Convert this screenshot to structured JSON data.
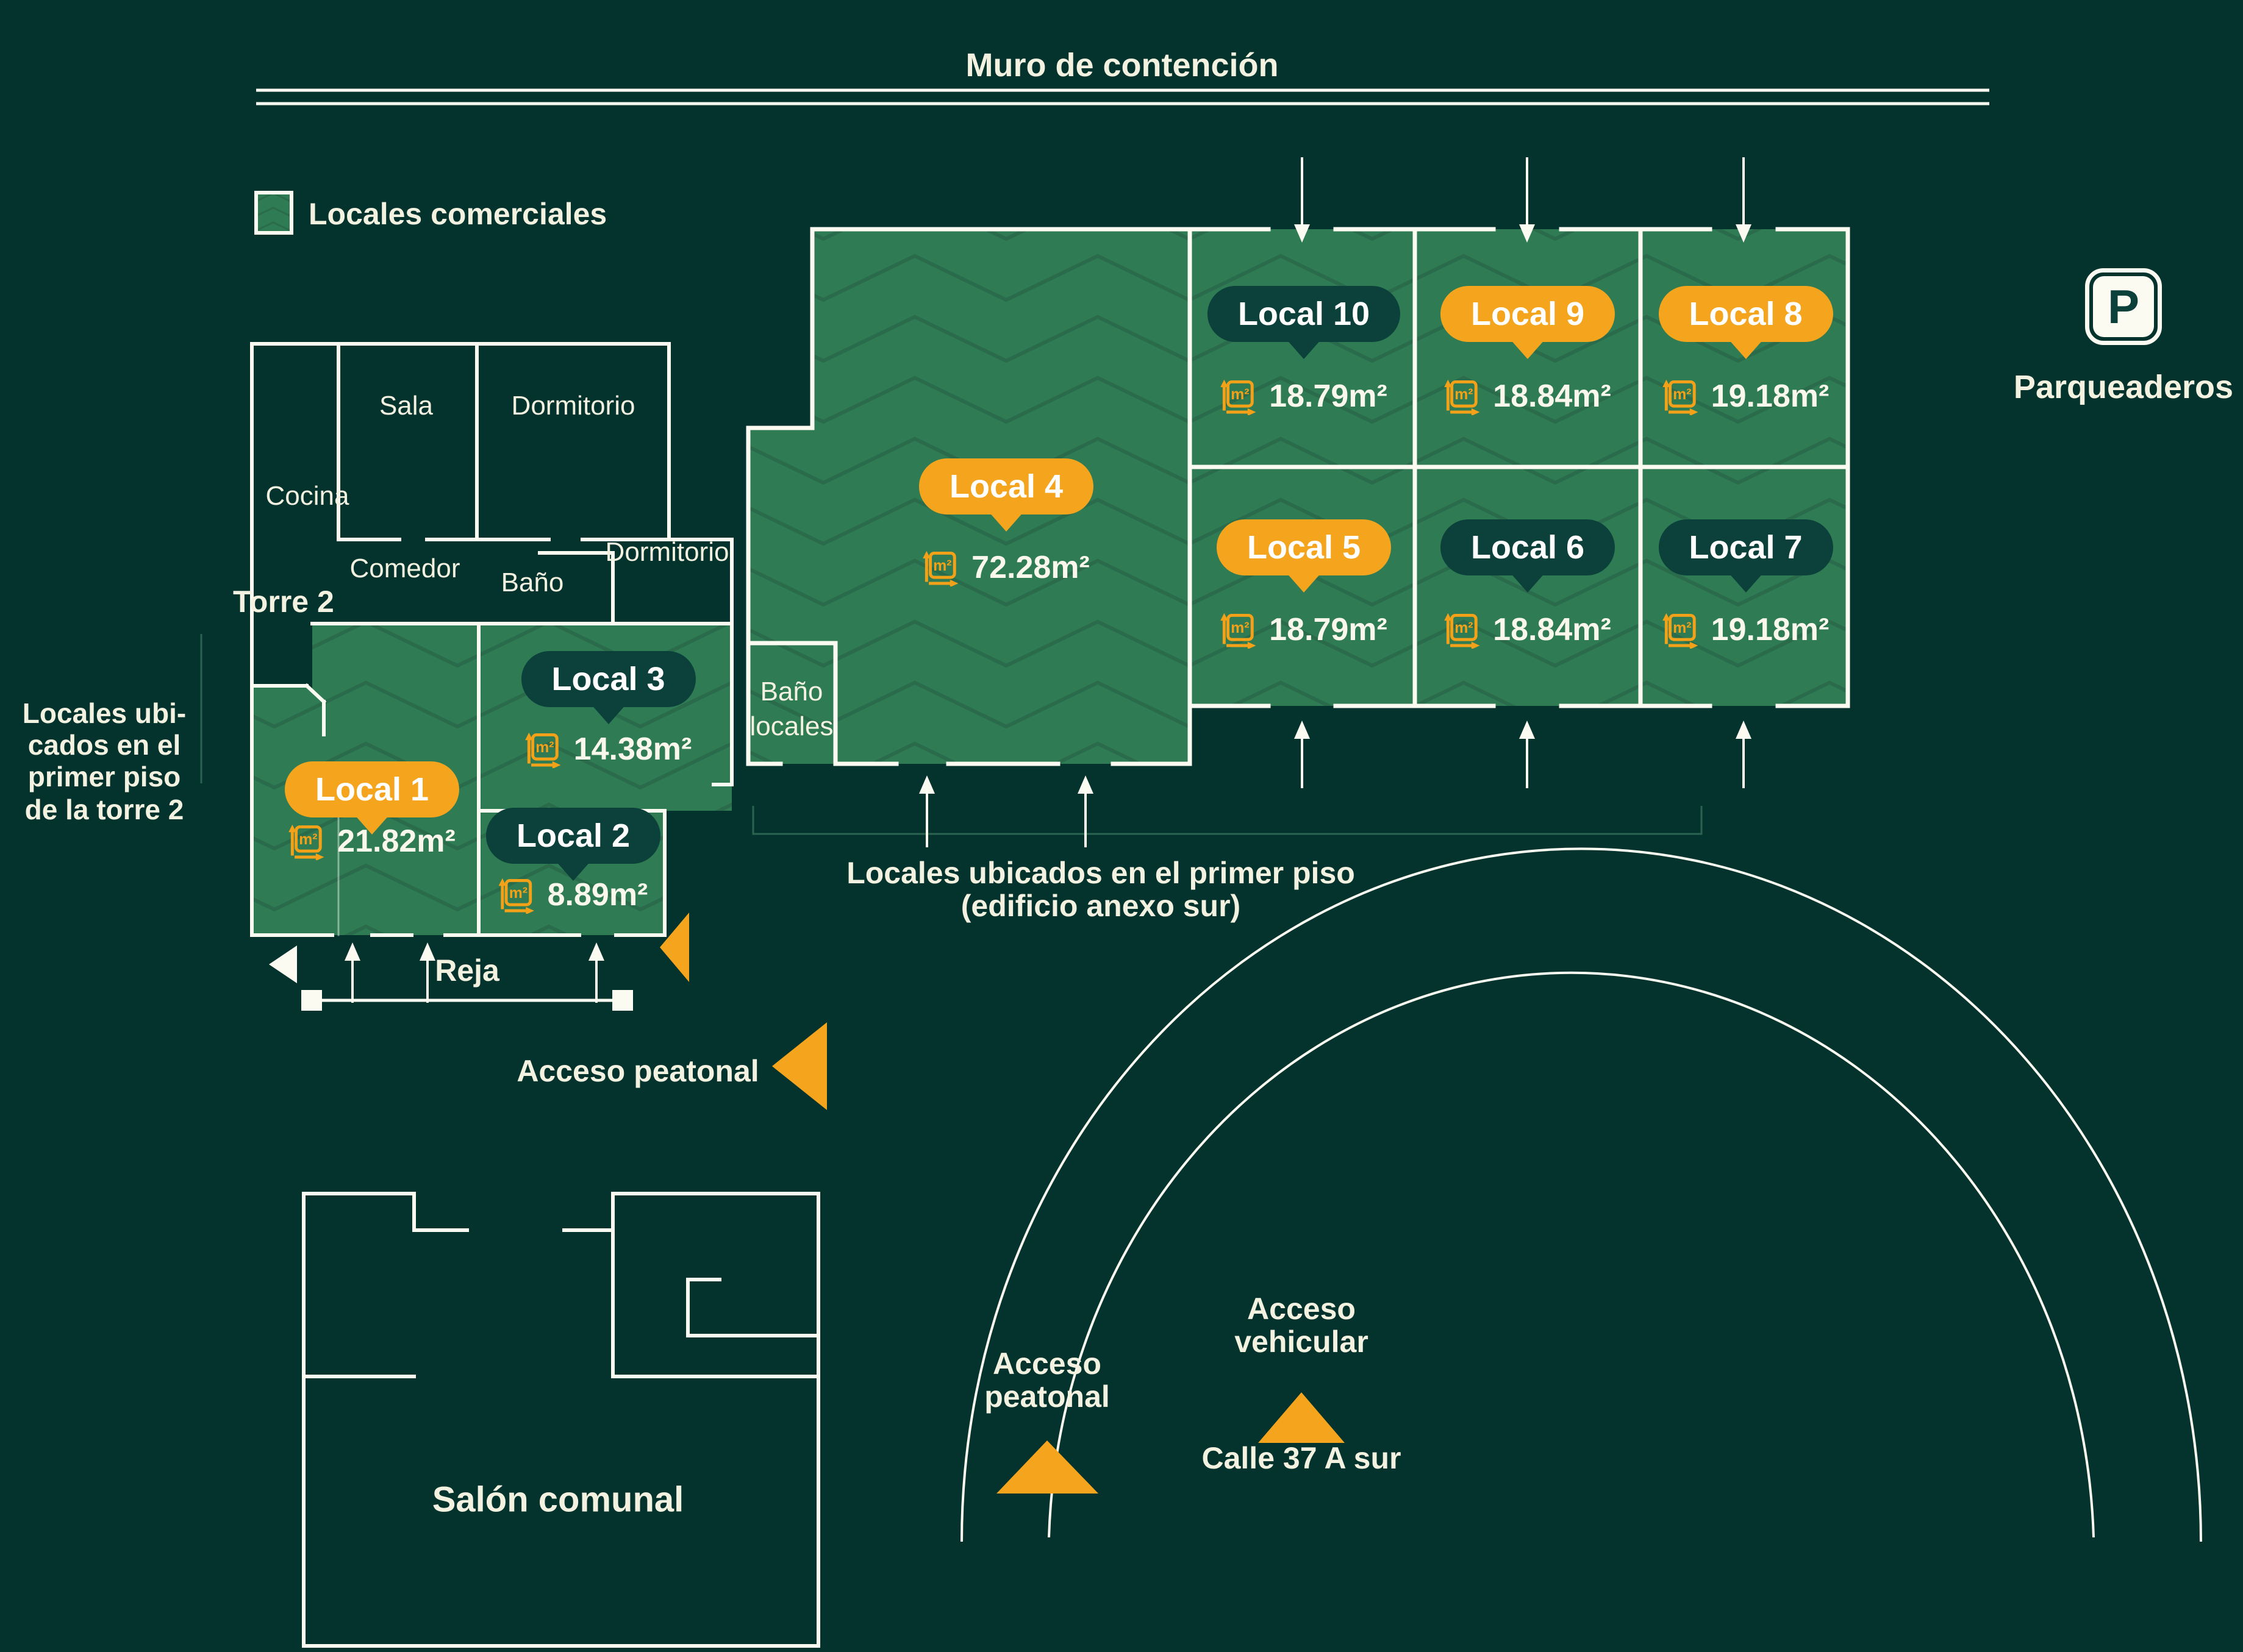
{
  "title": "Muro de contención",
  "legend": {
    "label": "Locales comerciales"
  },
  "torre2": {
    "label": "Torre 2",
    "rooms": {
      "sala": "Sala",
      "dormitorio1": "Dormitorio",
      "cocina": "Cocina",
      "comedor": "Comedor",
      "bano": "Baño",
      "dormitorio2": "Dormitorio"
    }
  },
  "side_note": {
    "line1": "Locales ubi-",
    "line2": "cados en el",
    "line3": "primer piso",
    "line4": "de la torre 2"
  },
  "anexo_note": {
    "line1": "Locales ubicados en el primer piso",
    "line2": "(edificio anexo sur)"
  },
  "bano_locales": {
    "line1": "Baño",
    "line2": "locales"
  },
  "locals": [
    {
      "name": "Local 1",
      "area": "21.82m²",
      "style": "orange"
    },
    {
      "name": "Local 2",
      "area": "8.89m²",
      "style": "dark"
    },
    {
      "name": "Local 3",
      "area": "14.38m²",
      "style": "dark"
    },
    {
      "name": "Local 4",
      "area": "72.28m²",
      "style": "orange"
    },
    {
      "name": "Local 5",
      "area": "18.79m²",
      "style": "orange"
    },
    {
      "name": "Local 6",
      "area": "18.84m²",
      "style": "dark"
    },
    {
      "name": "Local 7",
      "area": "19.18m²",
      "style": "dark"
    },
    {
      "name": "Local 8",
      "area": "19.18m²",
      "style": "orange"
    },
    {
      "name": "Local 9",
      "area": "18.84m²",
      "style": "orange"
    },
    {
      "name": "Local 10",
      "area": "18.79m²",
      "style": "dark"
    }
  ],
  "labels": {
    "reja": "Reja",
    "acceso_peatonal_top": "Acceso peatonal",
    "acceso_peatonal_b1": "Acceso",
    "acceso_peatonal_b2": "peatonal",
    "acceso_vehicular_1": "Acceso",
    "acceso_vehicular_2": "vehicular",
    "calle": "Calle 37 A sur",
    "salon": "Salón comunal",
    "parqueaderos": "Parqueaderos",
    "parking_letter": "P"
  },
  "icons": {
    "area_icon": "m2-measure-icon",
    "parking_icon": "parking-sign-icon",
    "access_arrow": "orange-access-triangle"
  },
  "colors": {
    "background": "#04332E",
    "local_green": "#2E7B54",
    "chevron": "#296B4B",
    "accent_orange": "#F5A41D",
    "badge_dark": "#0C403A",
    "text_cream": "#F3F1DF",
    "wall_white": "#FBFBF1"
  }
}
